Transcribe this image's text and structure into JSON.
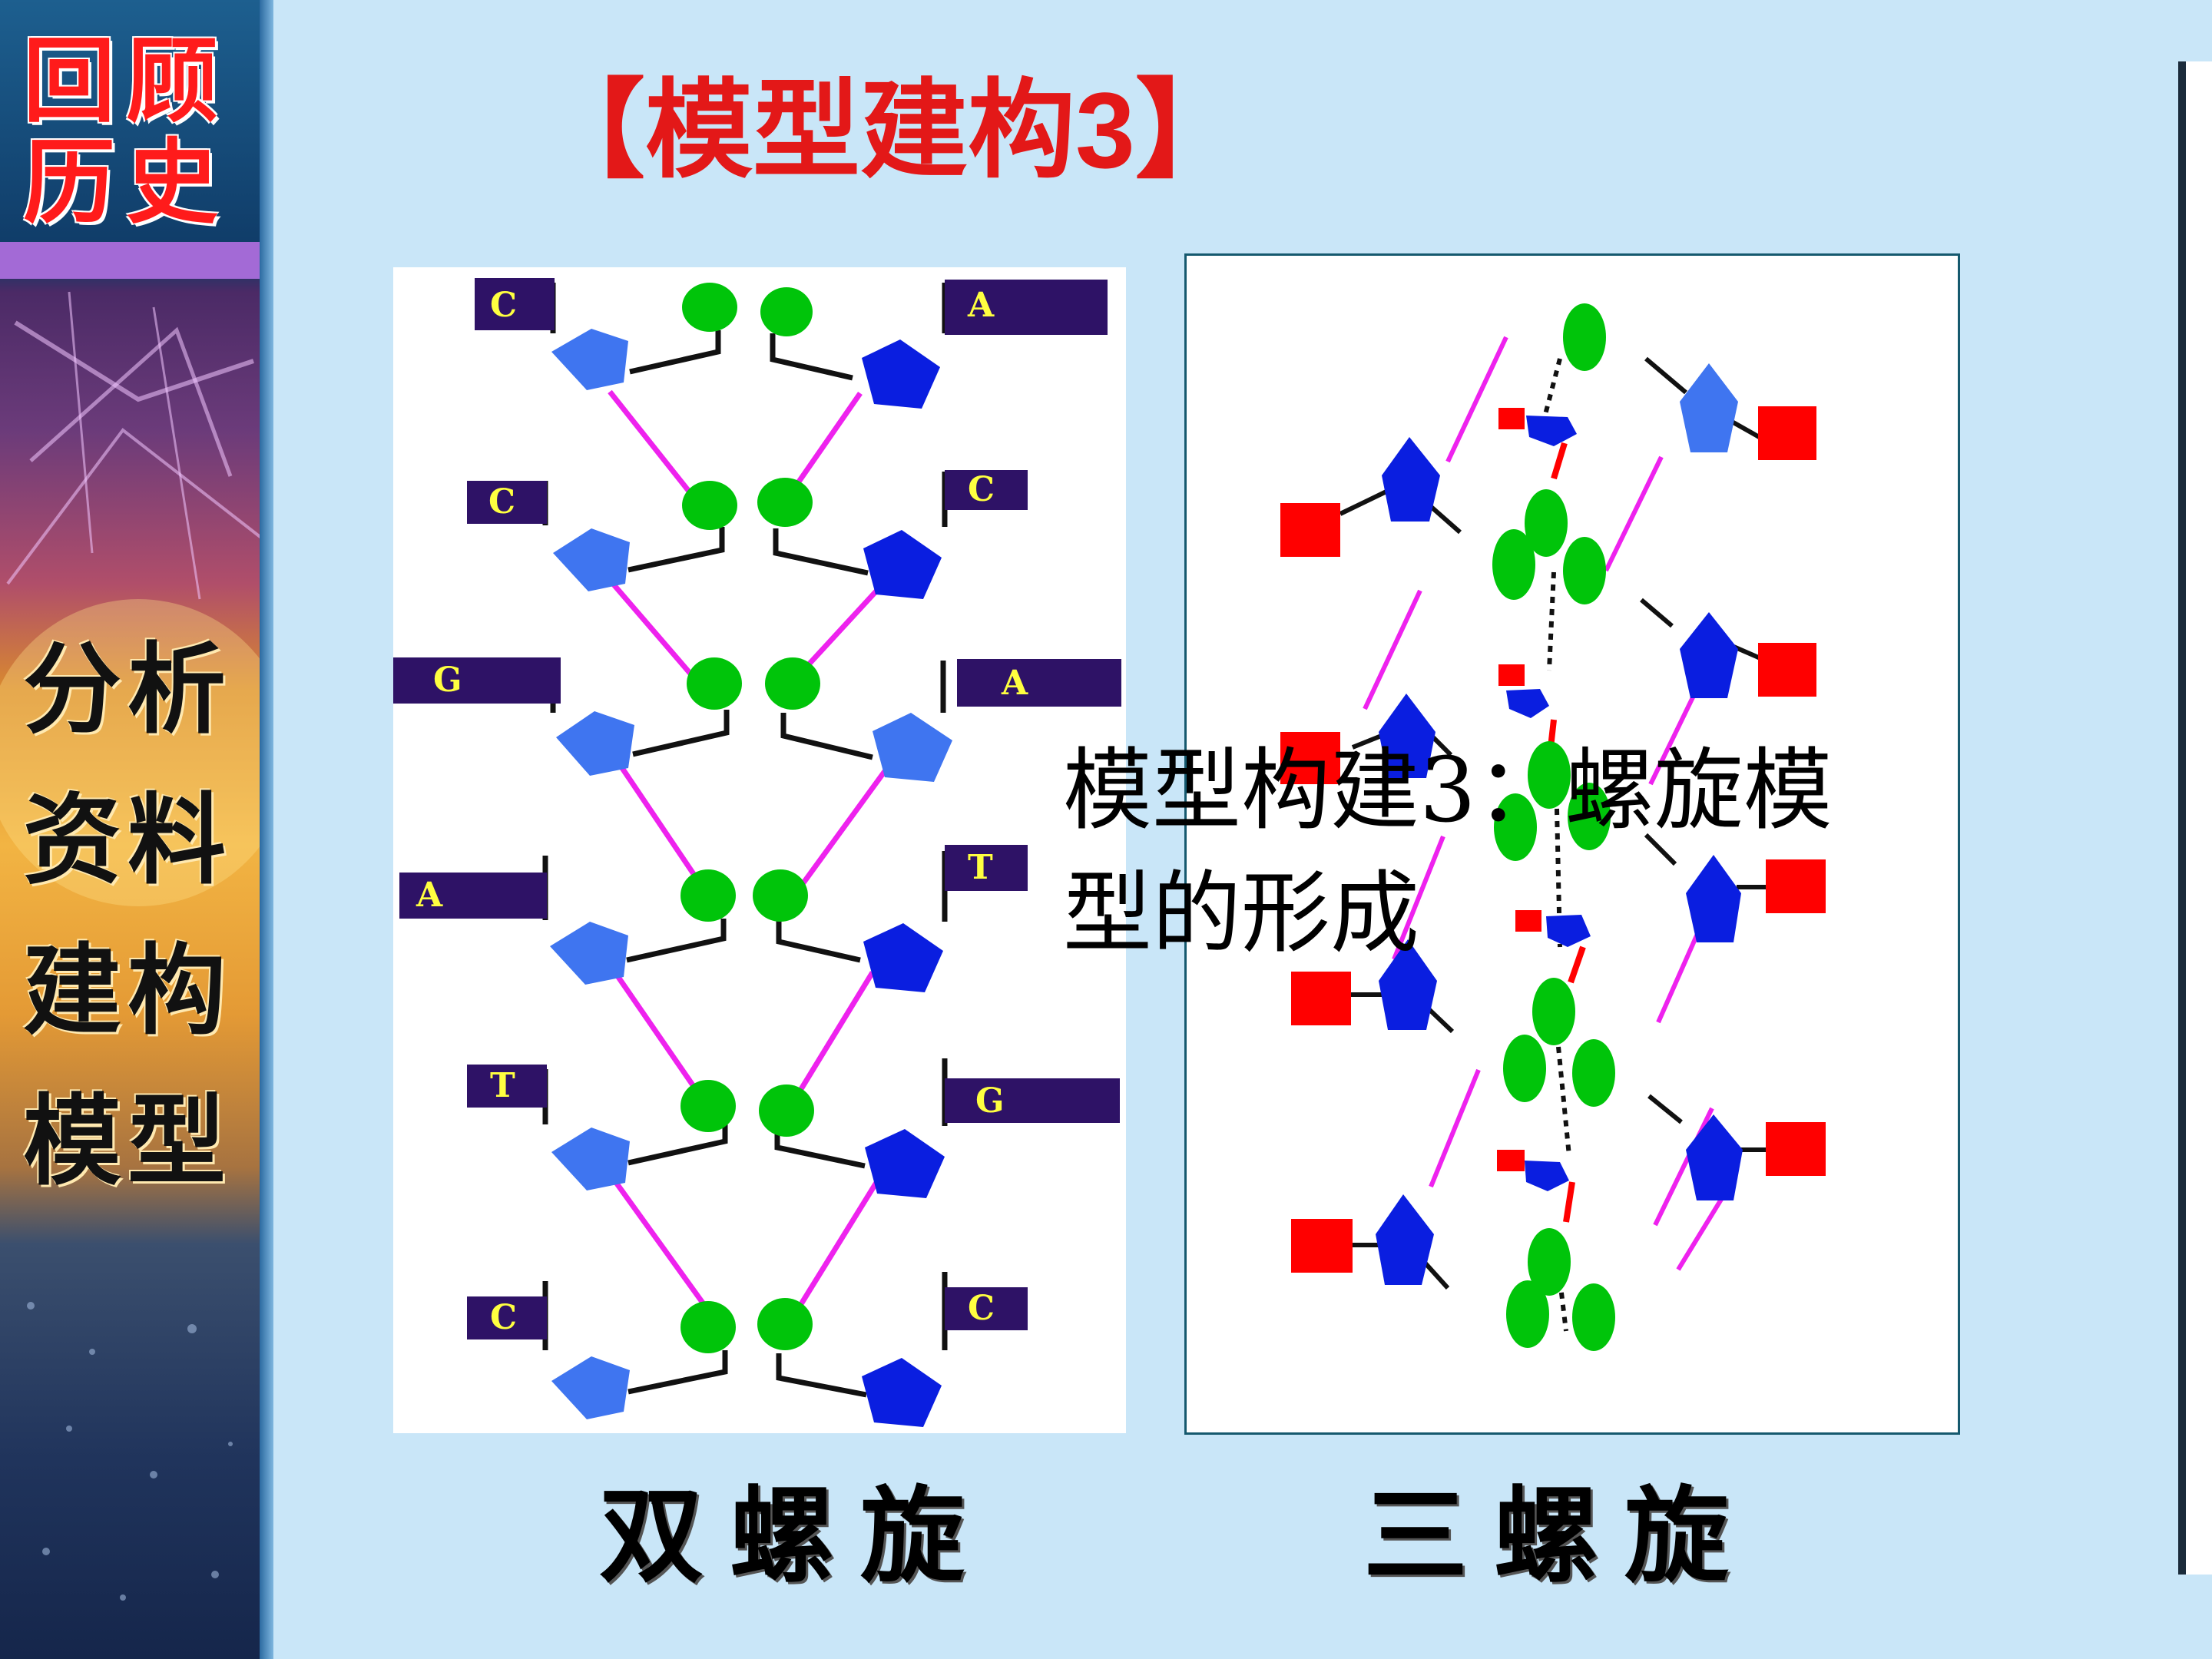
{
  "slide": {
    "title": "【模型建构3】",
    "sidebar": {
      "top_label": "回顾历史",
      "bottom_label": "分析资料建构模型"
    },
    "overlay_text": "模型构建3：螺旋模型的形成",
    "double_helix": {
      "caption": "双螺旋",
      "left_bases": [
        "C",
        "C",
        "G",
        "A",
        "T",
        "C"
      ],
      "right_bases": [
        "A",
        "C",
        "A",
        "T",
        "G",
        "C"
      ]
    },
    "triple_helix": {
      "caption": "三螺旋"
    },
    "colors": {
      "title": "#e31818",
      "background": "#c9e6f8",
      "sugar_light": "#3f75f0",
      "sugar_dark": "#0a1ee0",
      "phosphate": "#00c40a",
      "backbone": "#ee22ee",
      "base_tag": "#2e1266",
      "base_letter": "#ffff40",
      "base_square": "#ff0000"
    }
  }
}
